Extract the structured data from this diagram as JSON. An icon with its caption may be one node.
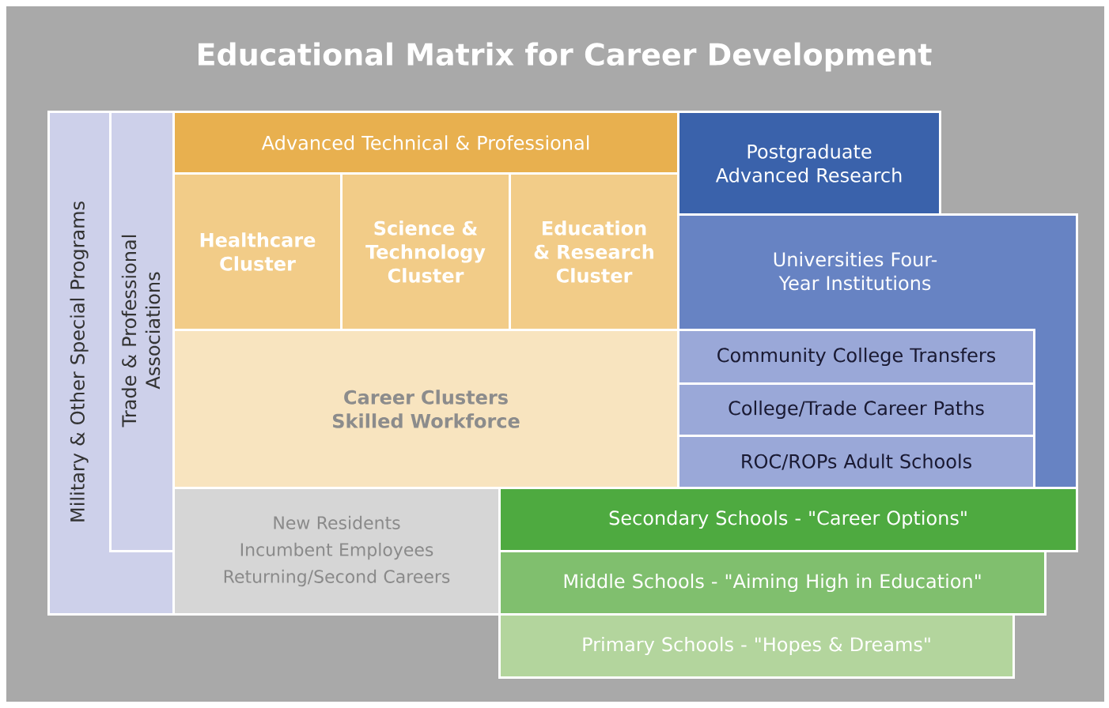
{
  "diagram": {
    "title": "Educational Matrix for Career Development",
    "nodes": [
      {
        "text": [
          "Military & Other Special Programs"
        ]
      },
      {
        "text": [
          "Trade & Professional Associations"
        ],
        "in": 0
      },
      {
        "text": [
          "Advanced Technical & Professional"
        ]
      },
      {
        "text": [
          "Healthcare Cluster"
        ]
      },
      {
        "text": [
          "Science & Technology Cluster"
        ]
      },
      {
        "text": [
          "Education & Research Cluster"
        ]
      },
      {
        "text": [
          "Career Clusters Skilled Workforce"
        ]
      },
      {
        "text": [
          "Postgraduate Advanced Research"
        ]
      },
      {
        "text": [
          "Universities Four-Year Institutions"
        ]
      },
      {
        "text": [
          "Community College Transfers"
        ],
        "in": 8
      },
      {
        "text": [
          "College/Trade Career Paths"
        ],
        "in": 8
      },
      {
        "text": [
          "ROC/ROPs Adult Schools"
        ],
        "in": 8
      },
      {
        "text": [
          "New Residents",
          "Incumbent Employees",
          "Returning/Second Careers"
        ]
      },
      {
        "text": [
          "Secondary Schools - \"Career Options\""
        ]
      },
      {
        "text": [
          "Middle Schools - \"Aiming High in Education\""
        ]
      },
      {
        "text": [
          "Primary Schools - \"Hopes & Dreams\""
        ]
      }
    ]
  }
}
